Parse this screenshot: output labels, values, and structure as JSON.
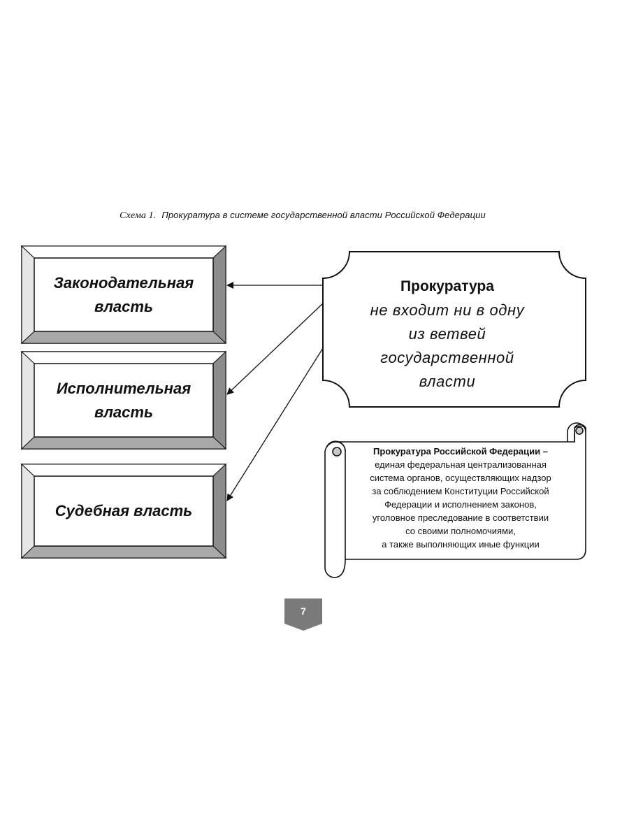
{
  "caption": {
    "number": "Схема 1.",
    "title": "Прокуратура в системе государственной власти Российской Федерации"
  },
  "branches": [
    {
      "line1": "Законодательная",
      "line2": "власть"
    },
    {
      "line1": "Исполнительная",
      "line2": "власть"
    },
    {
      "line1": "Судебная власть",
      "line2": ""
    }
  ],
  "prosecutor": {
    "title": "Прокуратура",
    "lines": [
      "не входит ни в одну",
      "из ветвей",
      "государственной",
      "власти"
    ]
  },
  "definition": {
    "term": "Прокуратура Российской Федерации –",
    "lines": [
      "единая федеральная централизованная",
      "система органов, осуществляющих надзор",
      "за соблюдением Конституции Российской",
      "Федерации и исполнением законов,",
      "уголовное преследование в соответствии",
      "со своими полномочиями,",
      "а также выполняющих иные функции"
    ]
  },
  "page": {
    "number": "7",
    "badge_color": "#7a7a7a"
  },
  "colors": {
    "stroke": "#111111",
    "bevel_top": "#ffffff",
    "bevel_left": "#e6e6e6",
    "bevel_right": "#8c8c8c",
    "bevel_bottom": "#a8a8a8"
  }
}
